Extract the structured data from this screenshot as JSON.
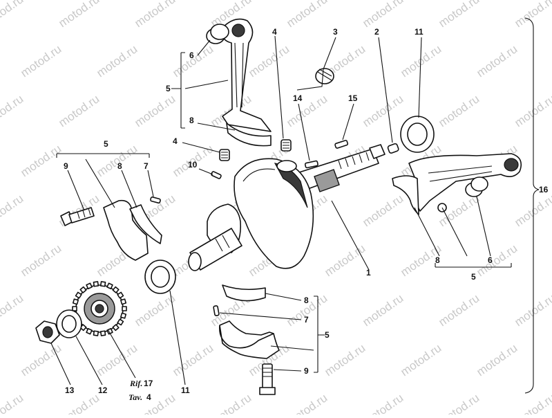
{
  "watermark": "motod.ru",
  "reference": {
    "rif": "Rif.",
    "rif_num": "17",
    "tav": "Tav.",
    "tav_num": "4"
  },
  "labels": {
    "crankshaft": "1",
    "main_bearing_right": "2",
    "main_bearing_top": "3",
    "bearing_top": "4",
    "bearing_left": "4",
    "rod_top": "5",
    "rod_left_group": "5",
    "rod_right_group": "5",
    "rod_bottom_group": "5",
    "small_end_bush_top": "6",
    "small_end_bush_right": "6",
    "dowel_left": "7",
    "dowel_bottom": "7",
    "shell_top": "8",
    "shell_left": "8",
    "shell_right": "8",
    "shell_bottom": "8",
    "bolt_left": "9",
    "bolt_bottom": "9",
    "key_left": "10",
    "thrust_washer_right": "11",
    "thrust_washer_bottom": "11",
    "lock_washer": "12",
    "nut": "13",
    "key_14": "14",
    "key_15": "15",
    "assembly": "16"
  }
}
